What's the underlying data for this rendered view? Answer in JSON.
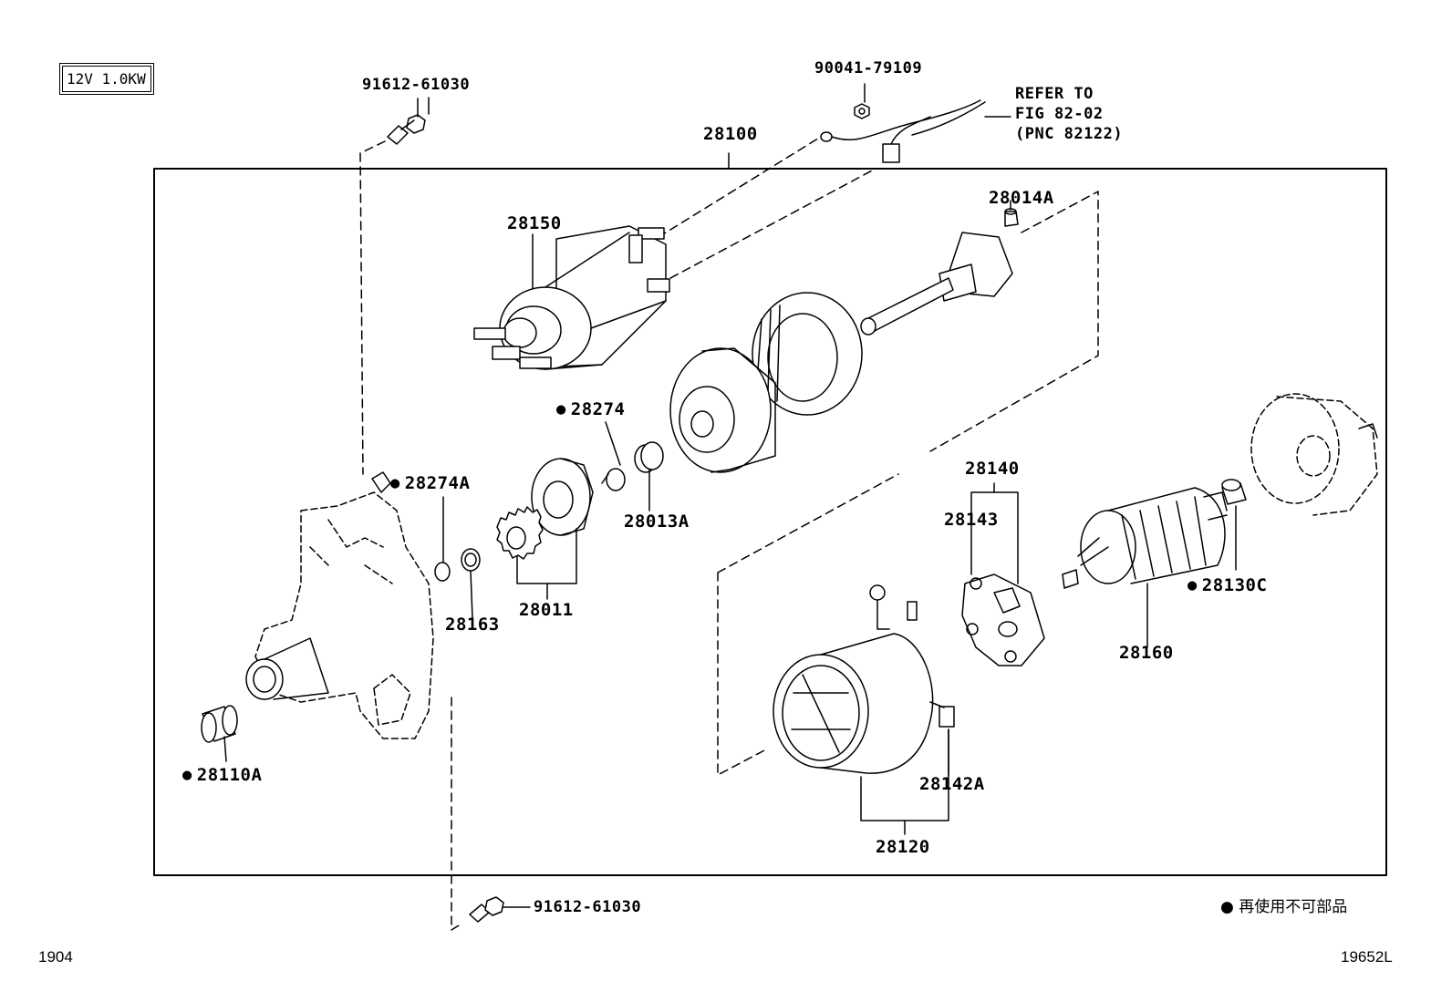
{
  "spec": "12V 1.0KW",
  "refer_note": [
    "REFER TO",
    "FIG 82-02",
    "(PNC 82122)"
  ],
  "labels": {
    "bolt_top": "91612-61030",
    "nut_top": "90041-79109",
    "assy": "28100",
    "solenoid": "28150",
    "cap_28014A": "28014A",
    "ring_28274": "28274",
    "ring_28274A": "28274A",
    "bush_28013A": "28013A",
    "clutch_28011": "28011",
    "ring_28163": "28163",
    "holder_28140": "28140",
    "brush_28143": "28143",
    "bush_28130C": "28130C",
    "armature_28160": "28160",
    "bush_28110A": "28110A",
    "brush_28142A": "28142A",
    "yoke_28120": "28120",
    "bolt_bottom": "91612-61030"
  },
  "legend": "再使用不可部品",
  "footer_left": "1904",
  "footer_right": "19652L"
}
